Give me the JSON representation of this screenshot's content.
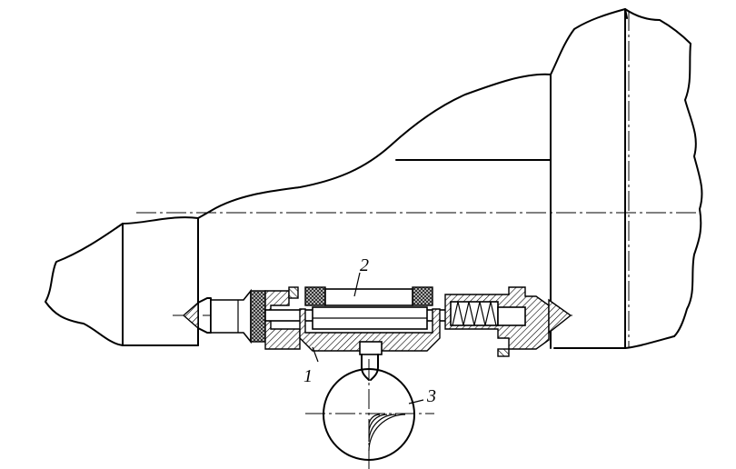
{
  "figure": {
    "labels": [
      {
        "id": "part-1",
        "text": "1"
      },
      {
        "id": "part-2",
        "text": "2"
      },
      {
        "id": "part-3",
        "text": "3"
      }
    ]
  }
}
